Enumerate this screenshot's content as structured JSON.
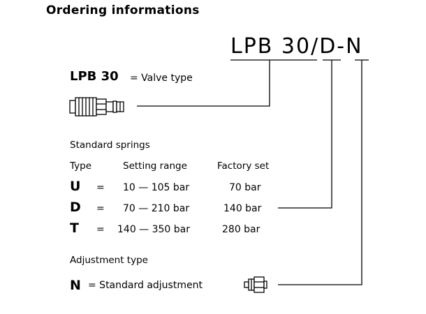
{
  "heading": "Ordering informations",
  "order_code": "LPB 30/D-N",
  "valve_type": {
    "code": "LPB 30",
    "description": "= Valve type"
  },
  "springs": {
    "title": "Standard springs",
    "columns": {
      "type": "Type",
      "range": "Setting range",
      "factory": "Factory set"
    },
    "rows": [
      {
        "type": "U",
        "eq": "=",
        "range": "10 — 105 bar",
        "factory": "70 bar"
      },
      {
        "type": "D",
        "eq": "=",
        "range": "70 — 210 bar",
        "factory": "140 bar"
      },
      {
        "type": "T",
        "eq": "=",
        "range": "140 — 350 bar",
        "factory": "280 bar"
      }
    ]
  },
  "adjustment": {
    "title": "Adjustment type",
    "code": "N",
    "description": "= Standard adjustment"
  },
  "colors": {
    "ink": "#000000",
    "background": "#ffffff"
  }
}
